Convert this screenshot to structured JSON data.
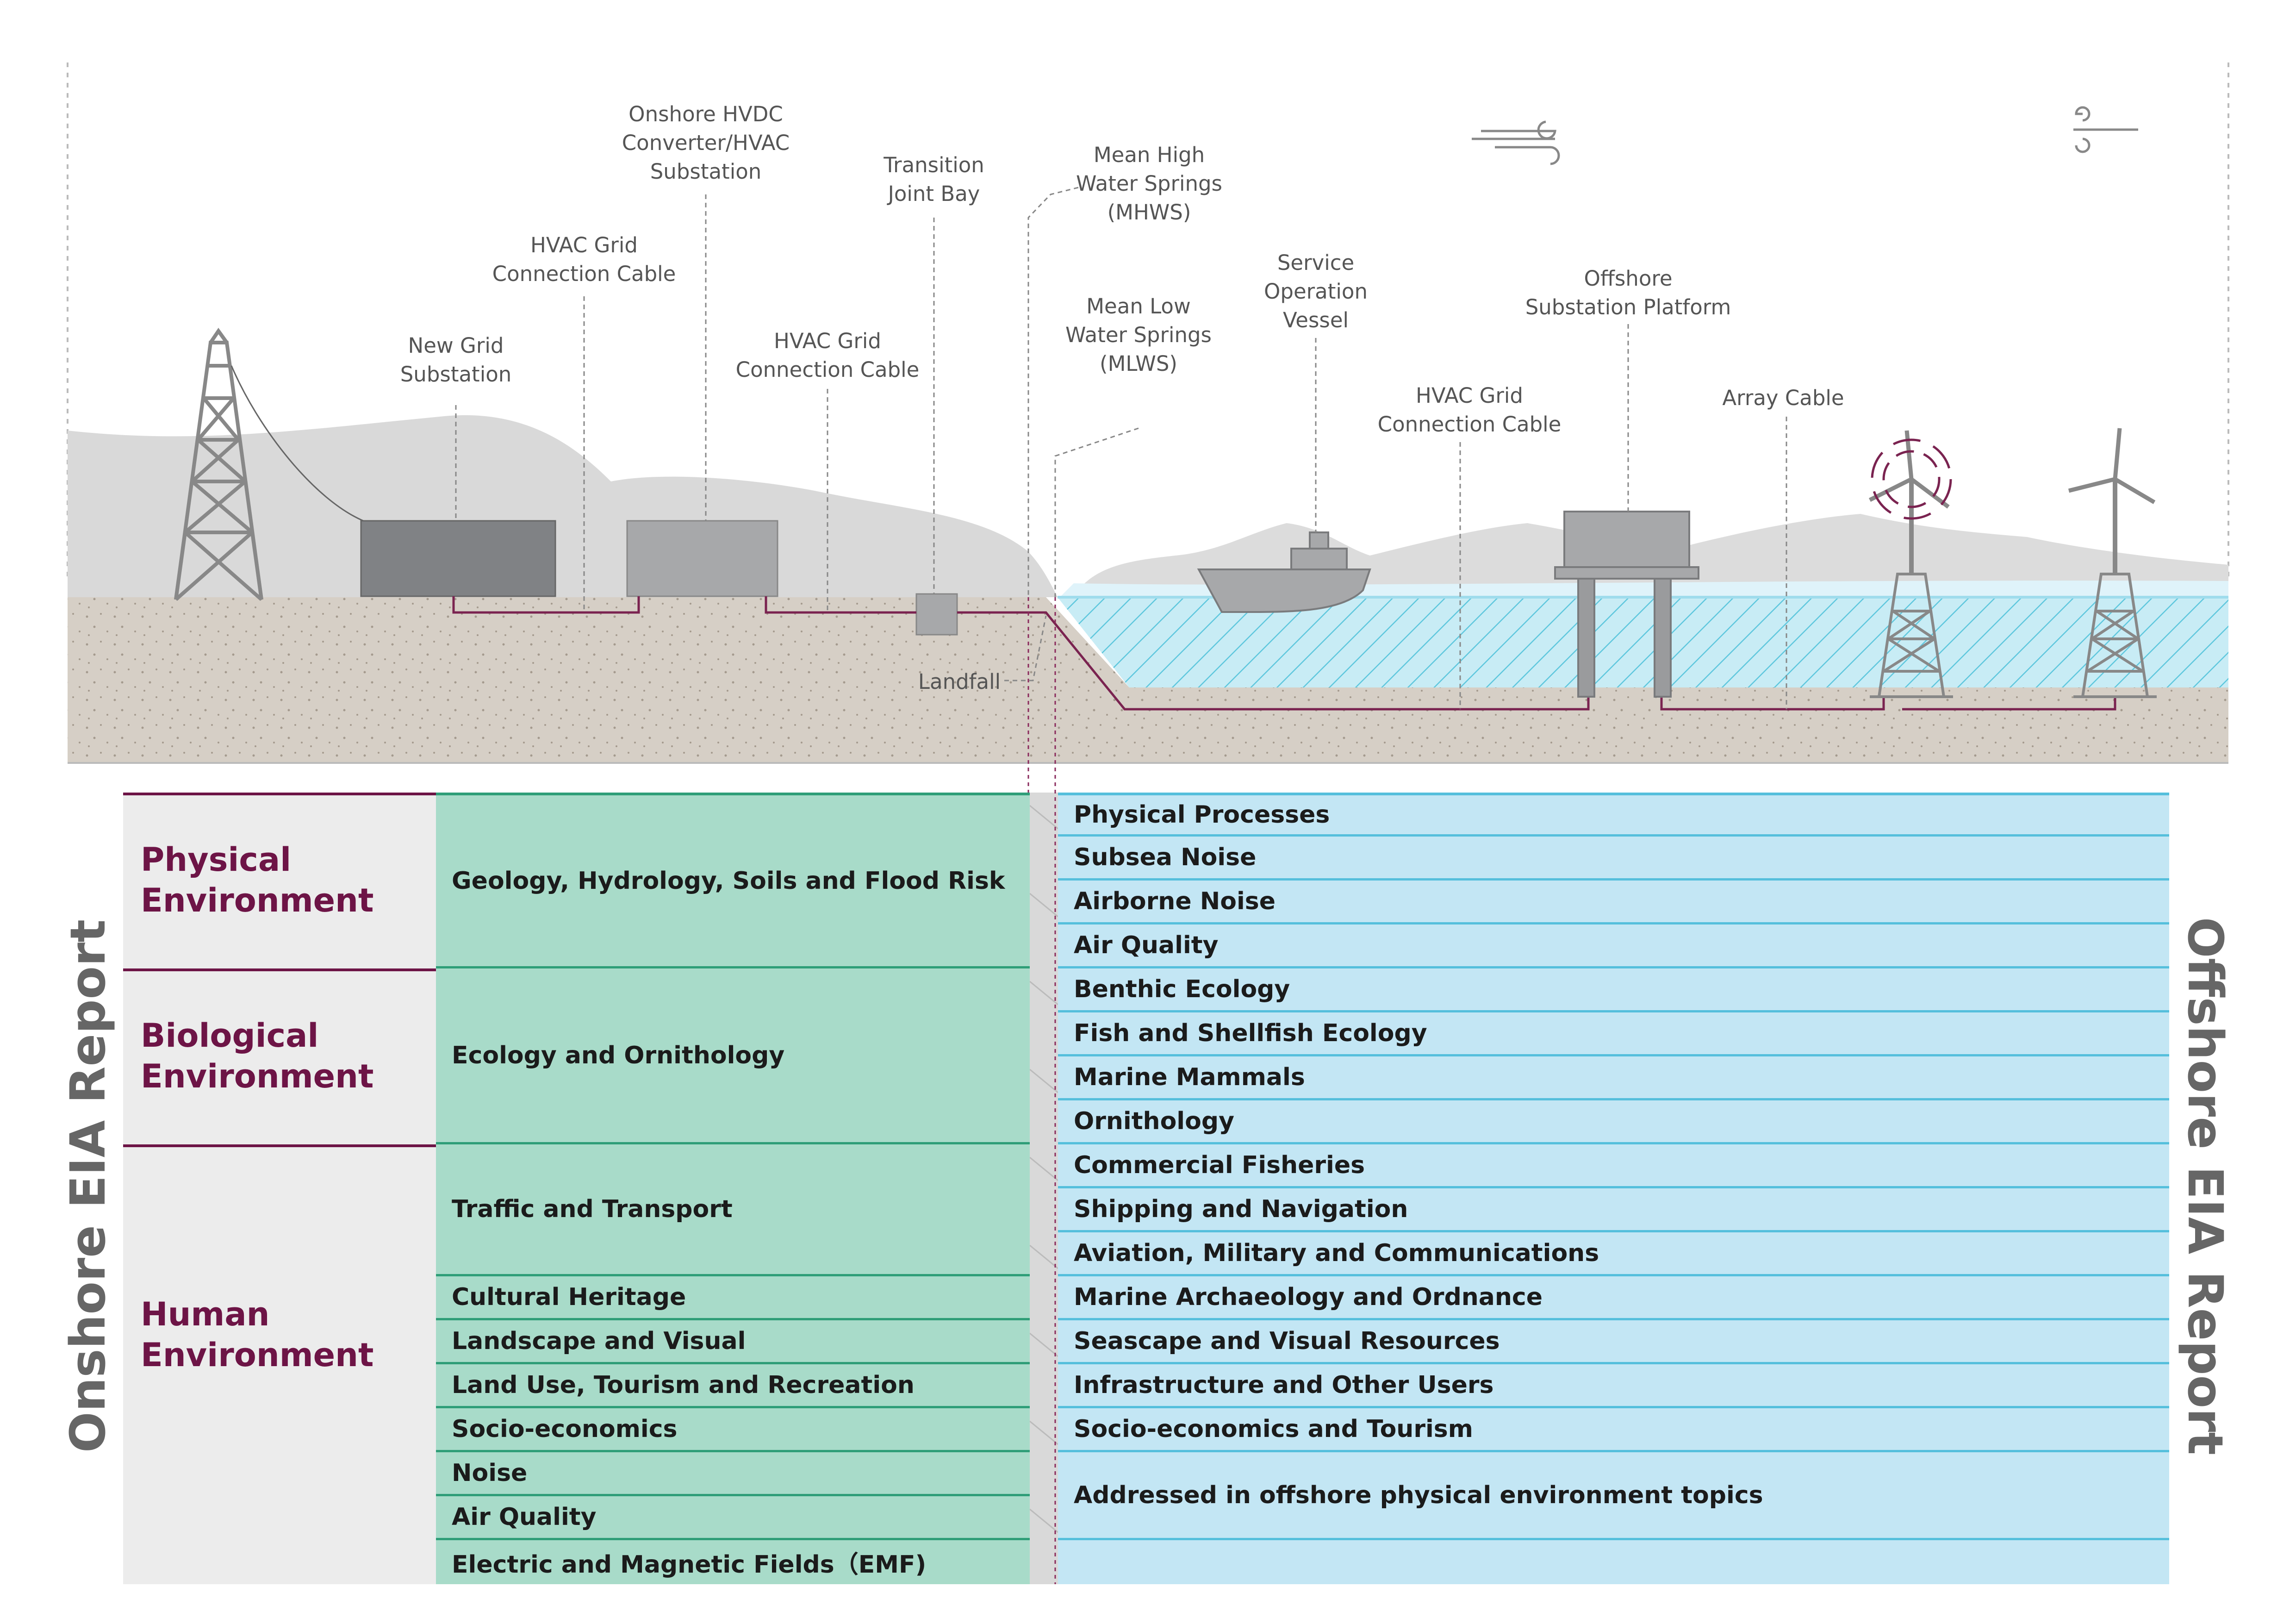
{
  "labels": {
    "new_grid_substation": [
      "New Grid",
      "Substation"
    ],
    "hvac_cable_1": [
      "HVAC Grid",
      "Connection Cable"
    ],
    "converter": [
      "Onshore HVDC",
      "Converter/HVAC",
      "Substation"
    ],
    "hvac_cable_2": [
      "HVAC Grid",
      "Connection Cable"
    ],
    "transition_joint_bay": [
      "Transition",
      "Joint Bay"
    ],
    "mhws": [
      "Mean High",
      "Water Springs",
      "(MHWS)"
    ],
    "mlws": [
      "Mean Low",
      "Water Springs",
      "(MLWS)"
    ],
    "service_vessel": [
      "Service",
      "Operation",
      "Vessel"
    ],
    "offshore_substation": [
      "Offshore",
      "Substation Platform"
    ],
    "hvac_cable_3": [
      "HVAC Grid",
      "Connection Cable"
    ],
    "array_cable": [
      "Array Cable"
    ],
    "landfall": [
      "Landfall"
    ]
  },
  "onshore_report_title": "Onshore EIA Report",
  "offshore_report_title": "Offshore EIA Report",
  "environments": [
    {
      "name": [
        "Physical",
        "Environment"
      ]
    },
    {
      "name": [
        "Biological",
        "Environment"
      ]
    },
    {
      "name": [
        "Human",
        "Environment"
      ]
    }
  ],
  "onshore_topics": [
    "Geology, Hydrology, Soils and Flood Risk",
    "Ecology and Ornithology",
    "Traffic and Transport",
    "Cultural Heritage",
    "Landscape and Visual",
    "Land Use, Tourism and Recreation",
    "Socio-economics",
    "Noise",
    "Air Quality",
    "Electric and Magnetic Fields（EMF)"
  ],
  "offshore_topics": [
    "Physical Processes",
    "Subsea Noise",
    "Airborne Noise",
    "Air Quality",
    "Benthic Ecology",
    "Fish and Shellfish Ecology",
    "Marine Mammals",
    "Ornithology",
    "Commercial Fisheries",
    "Shipping and Navigation",
    "Aviation, Military and Communications",
    "Marine Archaeology and Ordnance",
    "Seascape and Visual Resources",
    "Infrastructure and Other Users",
    "Socio-economics and Tourism",
    "Addressed in offshore physical environment topics"
  ],
  "colors": {
    "accent": "#6d1446",
    "onshore_fill": "#a8dbc9",
    "offshore_fill": "#c3e6f4",
    "ground": "#d6cfc6",
    "hills": "#d9d9d9",
    "sea": "#c8ecf5"
  }
}
